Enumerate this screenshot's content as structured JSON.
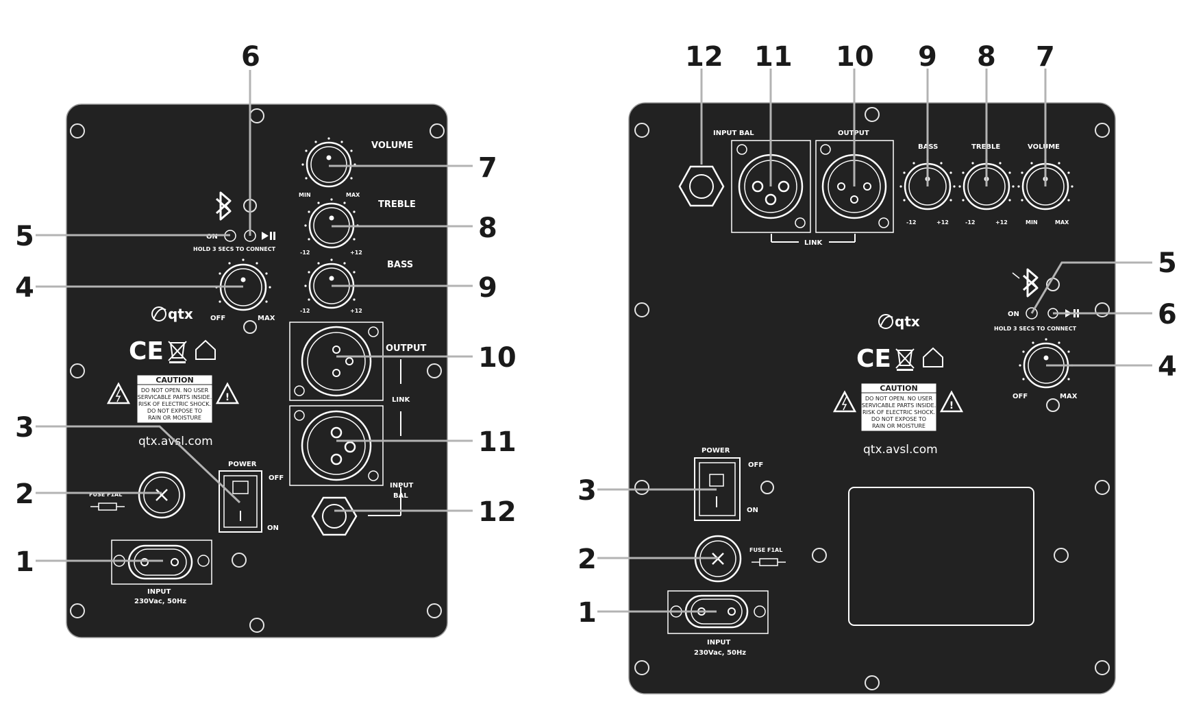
{
  "left_panel": {
    "labels": {
      "volume": "VOLUME",
      "treble": "TREBLE",
      "bass": "BASS",
      "min": "MIN",
      "max": "MAX",
      "minus12": "-12",
      "plus12": "+12",
      "on": "ON",
      "off": "OFF",
      "hold": "HOLD 3 SECS TO CONNECT",
      "output": "OUTPUT",
      "link": "LINK",
      "input_bal_1": "INPUT",
      "input_bal_2": "BAL",
      "power": "POWER",
      "fuse": "FUSE F1AL",
      "input": "INPUT",
      "input_spec": "230Vac, 50Hz",
      "brand": "qtx",
      "url": "qtx.avsl.com"
    }
  },
  "right_panel": {
    "labels": {
      "input_bal": "INPUT BAL",
      "output": "OUTPUT",
      "link": "LINK",
      "bass": "BASS",
      "treble": "TREBLE",
      "volume": "VOLUME",
      "minus12": "-12",
      "plus12": "+12",
      "min": "MIN",
      "max": "MAX",
      "on": "ON",
      "off": "OFF",
      "hold": "HOLD 3 SECS TO CONNECT",
      "power": "POWER",
      "fuse": "FUSE F1AL",
      "input": "INPUT",
      "input_spec": "230Vac, 50Hz",
      "brand": "qtx",
      "url": "qtx.avsl.com"
    }
  },
  "ce_mark": "CE",
  "caution": {
    "title": "CAUTION",
    "lines": [
      "DO NOT OPEN. NO USER",
      "SERVICABLE PARTS INSIDE.",
      "RISK OF ELECTRIC SHOCK.",
      "DO NOT EXPOSE TO",
      "RAIN OR MOISTURE"
    ]
  },
  "callouts": {
    "n1": "1",
    "n2": "2",
    "n3": "3",
    "n4": "4",
    "n5": "5",
    "n6": "6",
    "n7": "7",
    "n8": "8",
    "n9": "9",
    "n10": "10",
    "n11": "11",
    "n12": "12"
  },
  "colors": {
    "panel": "#222222",
    "leader": "#b3b3b3",
    "background": "#ffffff"
  }
}
